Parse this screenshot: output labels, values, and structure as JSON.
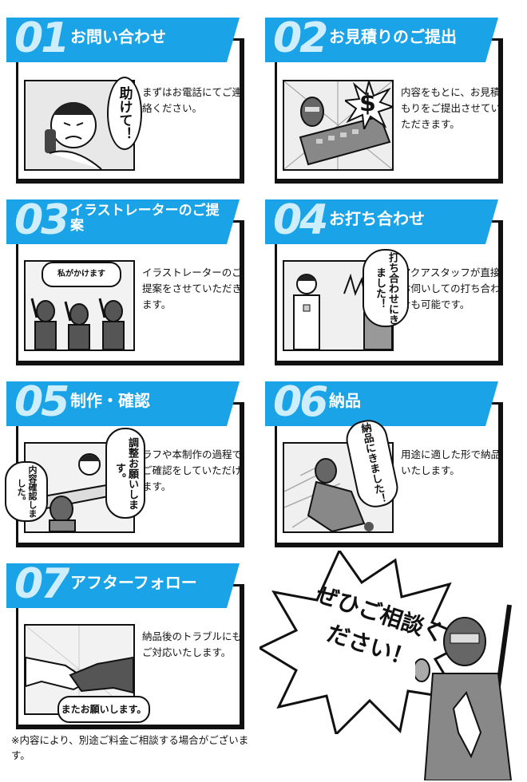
{
  "steps": [
    {
      "num": "01",
      "title": "お問い合わせ",
      "desc": "まずはお電話にてご連絡ください。",
      "bubble": "助けて！"
    },
    {
      "num": "02",
      "title": "お見積りのご提出",
      "desc": "内容をもとに、お見積もりをご提出させていただきます。",
      "bubble": "$"
    },
    {
      "num": "03",
      "title": "イラストレーターのご提案",
      "desc": "イラストレーターのご提案をさせていただきます。",
      "bubble": "私がかけます"
    },
    {
      "num": "04",
      "title": "お打ち合わせ",
      "desc": "アクアスタッフが直接お伺いしての打ち合わせも可能です。",
      "bubble": "打ち合わせにきました！"
    },
    {
      "num": "05",
      "title": "制作・確認",
      "desc": "ラフや本制作の過程でご確認をしていただけます。",
      "bubble": "調整お願いします。",
      "bubble2": "内容確認しました。"
    },
    {
      "num": "06",
      "title": "納品",
      "desc": "用途に適した形で納品いたします。",
      "bubble": "納品にきました！"
    },
    {
      "num": "07",
      "title": "アフターフォロー",
      "desc": "納品後のトラブルにもご対応いたします。",
      "bubble": "またお願いします。"
    }
  ],
  "footnote": "※内容により、別途ご料金ご相談する場合がございます。",
  "callout": "ぜひご相談ください！",
  "colors": {
    "accent": "#1aa3e6",
    "ink": "#111111"
  }
}
